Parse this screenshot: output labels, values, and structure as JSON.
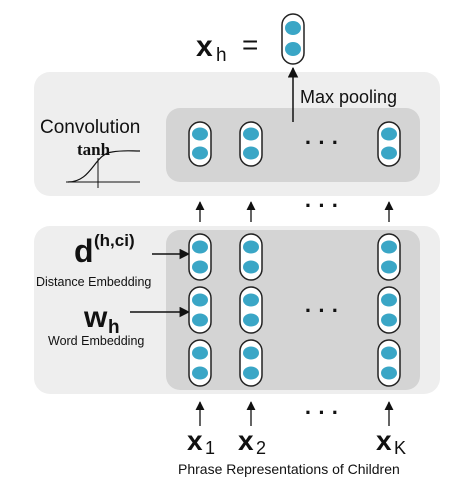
{
  "output": {
    "symbol": "x",
    "subscript": "h",
    "equals": "="
  },
  "conv_layer": {
    "label": "Convolution",
    "activation": "tanh"
  },
  "max_pooling": "Max pooling",
  "input_layer": {
    "distance": {
      "symbol": "d",
      "superscript": "(h,ci)",
      "label": "Distance Embedding"
    },
    "word": {
      "symbol": "w",
      "subscript": "h",
      "label": "Word Embedding"
    }
  },
  "children": [
    {
      "symbol": "x",
      "subscript": "1"
    },
    {
      "symbol": "x",
      "subscript": "2"
    },
    {
      "symbol": "x",
      "subscript": "K"
    }
  ],
  "ellipsis": "· · ·",
  "bottom_label": "Phrase Representations of Children",
  "colors": {
    "node_fill": "#3aa6c6",
    "panel": "#eeeeee",
    "inner_panel": "#d4d4d4"
  }
}
